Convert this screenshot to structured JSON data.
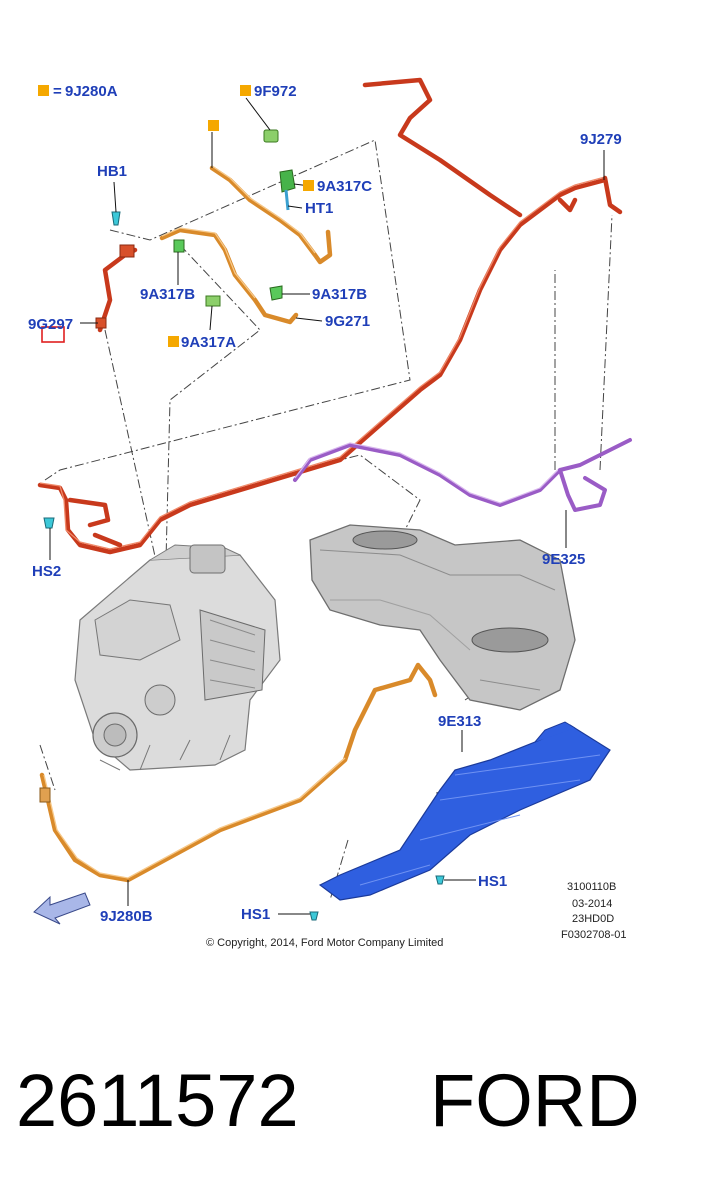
{
  "legend": {
    "equals": "=",
    "code": "9J280A"
  },
  "labels": {
    "9F972": "9F972",
    "HB1": "HB1",
    "9A317C": "9A317C",
    "HT1": "HT1",
    "9J279": "9J279",
    "9A317B_left": "9A317B",
    "9A317B_right": "9A317B",
    "9G297": "9G297",
    "9G271": "9G271",
    "9A317A": "9A317A",
    "HS2": "HS2",
    "9E325": "9E325",
    "9E313": "9E313",
    "HS1_right": "HS1",
    "9J280B": "9J280B",
    "HS1_left": "HS1"
  },
  "meta": {
    "line1": "3100110B",
    "line2": "03-2014",
    "line3": "23HD0D",
    "line4": "F0302708-01"
  },
  "copyright": "© Copyright, 2014, Ford Motor Company Limited",
  "callout": {
    "part_number": "2611572",
    "brand": "FORD"
  },
  "colors": {
    "label_blue": "#1f3fb8",
    "marker_orange": "#f5a800",
    "tube_red": "#c8391c",
    "tube_orange": "#d98a2a",
    "tube_purple": "#9a5cc6",
    "shield_blue": "#2f5fe0"
  }
}
